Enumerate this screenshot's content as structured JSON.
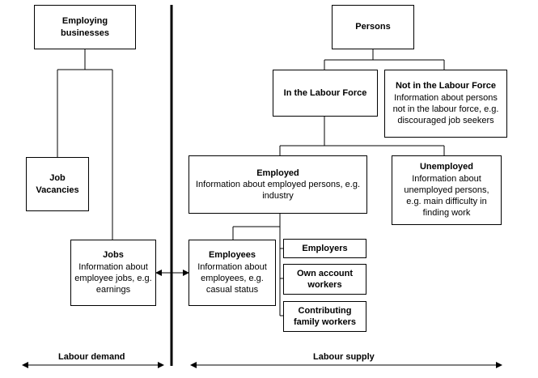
{
  "boxes": {
    "employing_businesses": {
      "title": "Employing businesses"
    },
    "job_vacancies": {
      "title": "Job Vacancies"
    },
    "jobs": {
      "title": "Jobs",
      "desc": "Information about employee jobs, e.g. earnings"
    },
    "persons": {
      "title": "Persons"
    },
    "in_labour_force": {
      "title": "In the Labour Force"
    },
    "not_in_labour_force": {
      "title": "Not in the Labour Force",
      "desc": "Information about persons not in the labour force, e.g. discouraged job seekers"
    },
    "employed": {
      "title": "Employed",
      "desc": "Information about employed persons, e.g. industry"
    },
    "unemployed": {
      "title": "Unemployed",
      "desc": "Information about unemployed persons, e.g. main difficulty in finding work"
    },
    "employees": {
      "title": "Employees",
      "desc": "Information about employees, e.g. casual status"
    },
    "employers": {
      "title": "Employers"
    },
    "own_account_workers": {
      "title": "Own account workers"
    },
    "contributing_family_workers": {
      "title": "Contributing family workers"
    }
  },
  "footer": {
    "labour_demand": "Labour demand",
    "labour_supply": "Labour supply"
  },
  "colors": {
    "line": "#000000",
    "background": "#ffffff"
  }
}
